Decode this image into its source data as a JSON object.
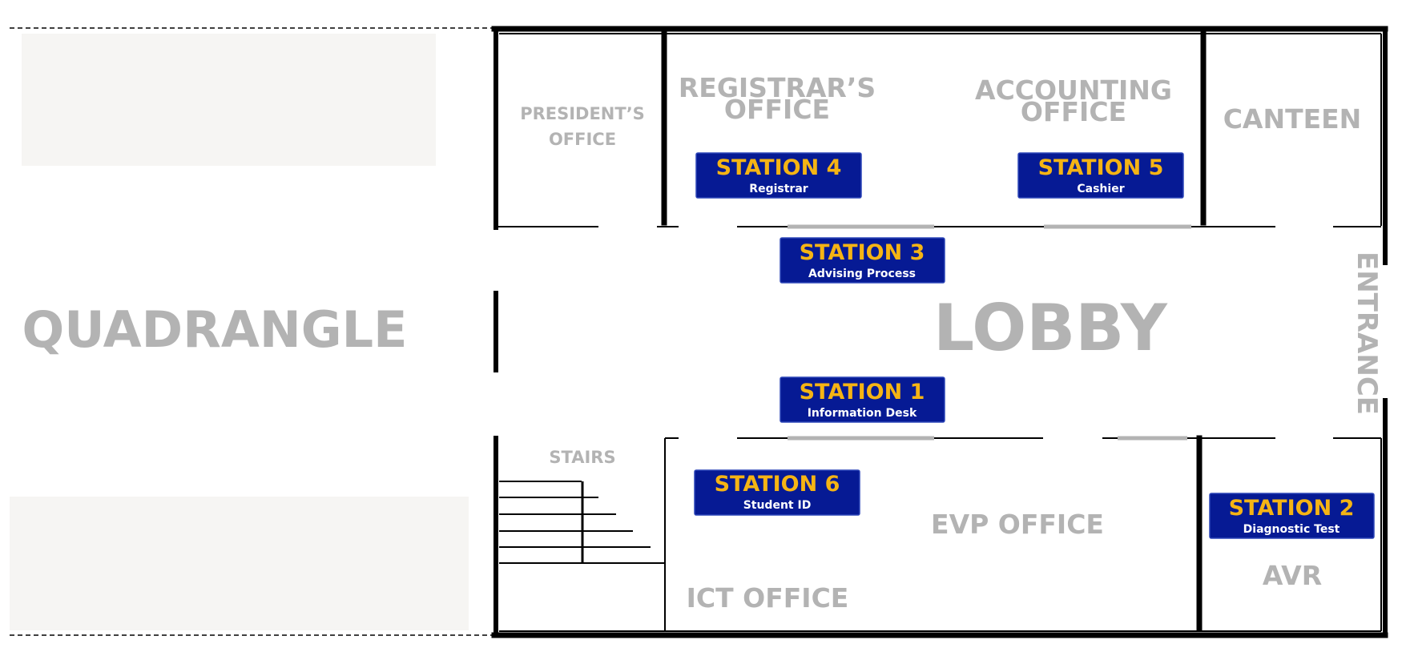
{
  "rooms": {
    "quadrangle": "QUADRANGLE",
    "lobby": "LOBBY",
    "entrance": "ENTRANCE",
    "presidents_office": [
      "PRESIDENT’S",
      "OFFICE"
    ],
    "registrars_office": [
      "REGISTRAR’S",
      "OFFICE"
    ],
    "accounting_office": [
      "ACCOUNTING",
      "OFFICE"
    ],
    "canteen": "CANTEEN",
    "stairs": "STAIRS",
    "evp_office": "EVP OFFICE",
    "ict_office": "ICT OFFICE",
    "avr": "AVR"
  },
  "stations": [
    {
      "key": "s4",
      "title": "STATION 4",
      "subtitle": "Registrar"
    },
    {
      "key": "s5",
      "title": "STATION 5",
      "subtitle": "Cashier"
    },
    {
      "key": "s3",
      "title": "STATION 3",
      "subtitle": "Advising Process"
    },
    {
      "key": "s1",
      "title": "STATION 1",
      "subtitle": "Information Desk"
    },
    {
      "key": "s6",
      "title": "STATION 6",
      "subtitle": "Student ID"
    },
    {
      "key": "s2",
      "title": "STATION 2",
      "subtitle": "Diagnostic Test"
    }
  ],
  "colors": {
    "station_fill": "#061a94",
    "station_title": "#f5b414",
    "station_subtitle": "#ffffff",
    "room_label": "#b3b3b3",
    "wall": "#000000",
    "door": "#b3b3b3",
    "placeholder_block": "#f6f5f3"
  }
}
